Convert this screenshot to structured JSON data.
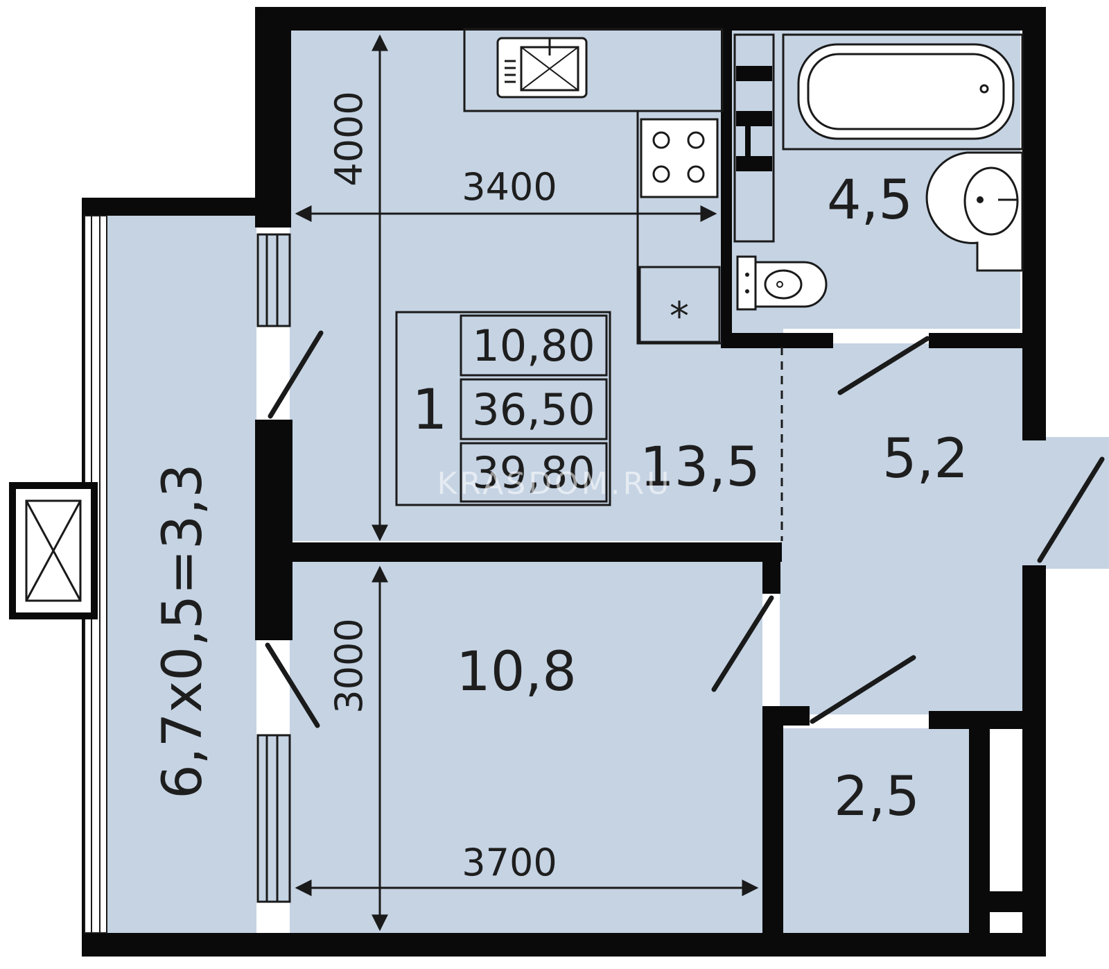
{
  "colors": {
    "room_fill": "#c5d3e3",
    "wall": "#0a0a0a",
    "outline": "#1a1a1a",
    "background": "#ffffff"
  },
  "rooms": {
    "kitchen_living": {
      "area": "13,5"
    },
    "bathroom": {
      "area": "4,5"
    },
    "hallway": {
      "area": "5,2"
    },
    "bedroom": {
      "area": "10,8"
    },
    "storage": {
      "area": "2,5"
    },
    "balcony": {
      "area": "6,7x0,5=3,3"
    }
  },
  "dimensions": {
    "kitchen_length": "4000",
    "kitchen_width": "3400",
    "bedroom_length": "3000",
    "bedroom_width": "3700"
  },
  "summary": {
    "rooms_count": "1",
    "living_area": "10,80",
    "total_area": "36,50",
    "total_with_balcony": "39,80"
  },
  "fixtures": {
    "ventilation_mark": "*"
  },
  "watermark": "KRASDOM.RU"
}
